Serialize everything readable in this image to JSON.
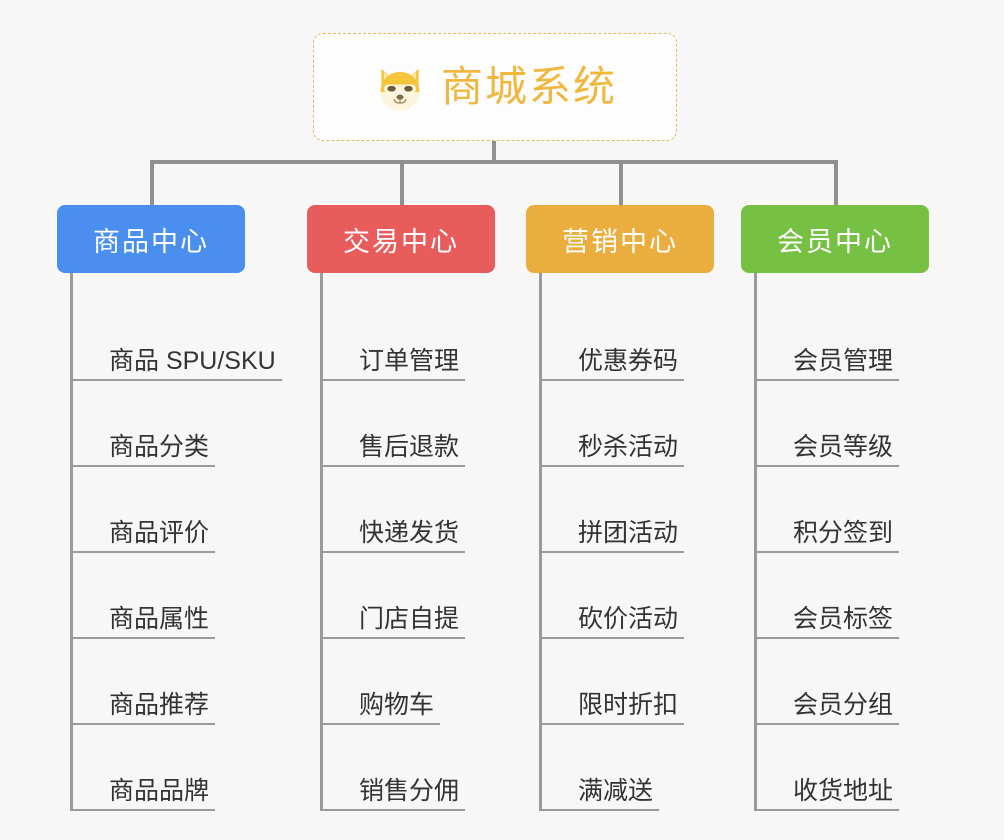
{
  "root": {
    "title": "商城系统",
    "icon": "shiba-dog-emoji",
    "accent_color": "#f0b73f",
    "border_color": "#e9b657"
  },
  "background_color": "#f7f7f7",
  "connector_color": "#909090",
  "columns": [
    {
      "id": "product-center",
      "label": "商品中心",
      "color": "#4a8ff0",
      "items": [
        "商品 SPU/SKU",
        "商品分类",
        "商品评价",
        "商品属性",
        "商品推荐",
        "商品品牌"
      ]
    },
    {
      "id": "trade-center",
      "label": "交易中心",
      "color": "#e85c5c",
      "items": [
        "订单管理",
        "售后退款",
        "快递发货",
        "门店自提",
        "购物车",
        "销售分佣"
      ]
    },
    {
      "id": "marketing-center",
      "label": "营销中心",
      "color": "#ebae3e",
      "items": [
        "优惠券码",
        "秒杀活动",
        "拼团活动",
        "砍价活动",
        "限时折扣",
        "满减送"
      ]
    },
    {
      "id": "member-center",
      "label": "会员中心",
      "color": "#76c143",
      "items": [
        "会员管理",
        "会员等级",
        "积分签到",
        "会员标签",
        "会员分组",
        "收货地址"
      ]
    }
  ]
}
